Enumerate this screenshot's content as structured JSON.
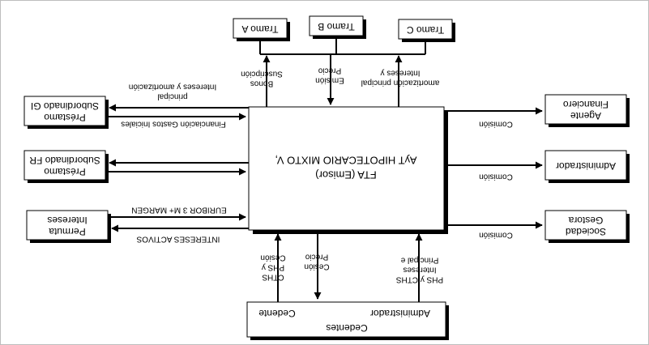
{
  "center": {
    "line1": "FTA (Emisor)",
    "line2": "AyT HIPOTECARIO MIXTO V,"
  },
  "tramos": {
    "a": "Tramo A",
    "b": "Tramo B",
    "c": "Tramo C"
  },
  "left_boxes": {
    "prestamo_gi": [
      "Préstamo",
      "Subordinado GI"
    ],
    "prestamo_fr": [
      "Préstamo",
      "Subordinado FR"
    ],
    "permuta": [
      "Permuta",
      "Intereses"
    ]
  },
  "right_boxes": {
    "agente": [
      "Agente",
      "Financiero"
    ],
    "administrador": [
      "Administrador"
    ],
    "gestora": [
      "Sociedad",
      "Gestora"
    ]
  },
  "cedentes": {
    "title": "Cedentes",
    "left": "Cedente",
    "right": "Administrador"
  },
  "labels": {
    "suscripcion": [
      "Bonos",
      "Suscripción"
    ],
    "emision": [
      "Emisión",
      "Precio"
    ],
    "amortizacion_top": [
      "amortización principal",
      "Intereses y"
    ],
    "gi_interest": [
      "principal",
      "Intereses y amortización"
    ],
    "financiacion": "Financiación Gastos Iniciales",
    "euribor": "EURIBOR 3 M+ MARGEN",
    "intereses_activos": "INTERESES ACTIVOS",
    "comision": "Comisión",
    "cesion_left": [
      "CTHS",
      "PHS y",
      "Cesión"
    ],
    "cesion_precio": [
      "Cesión",
      "Precio"
    ],
    "principal_bottom": [
      "PHS y CTHS",
      "Intereses",
      "Principal e"
    ]
  }
}
